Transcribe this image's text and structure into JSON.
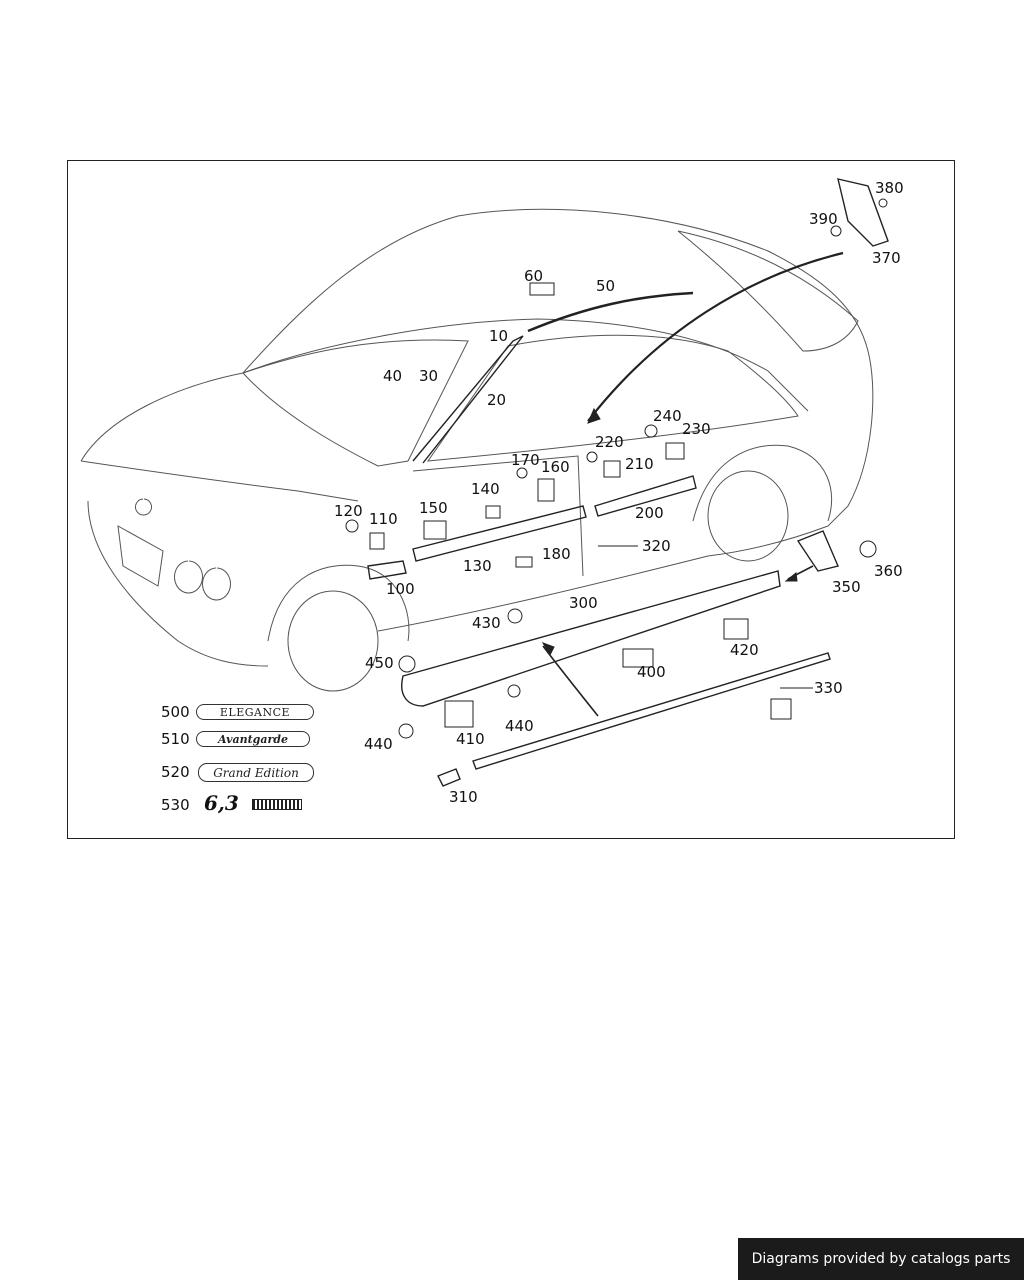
{
  "callouts": {
    "c10": "10",
    "c20": "20",
    "c30": "30",
    "c40": "40",
    "c50": "50",
    "c60": "60",
    "c100": "100",
    "c110": "110",
    "c120": "120",
    "c130": "130",
    "c140": "140",
    "c150": "150",
    "c160": "160",
    "c170": "170",
    "c180": "180",
    "c200": "200",
    "c210": "210",
    "c220": "220",
    "c230": "230",
    "c240": "240",
    "c300": "300",
    "c310": "310",
    "c320": "320",
    "c330": "330",
    "c350": "350",
    "c360": "360",
    "c370": "370",
    "c380": "380",
    "c390": "390",
    "c400": "400",
    "c410": "410",
    "c420": "420",
    "c430": "430",
    "c440a": "440",
    "c440b": "440",
    "c450": "450",
    "c500": "500",
    "c510": "510",
    "c520": "520",
    "c530": "530"
  },
  "badges": {
    "elegance": "ELEGANCE",
    "avantgarde": "Avantgarde",
    "grand_edition": "Grand Edition",
    "amg_63": "6,3"
  },
  "footer": {
    "credit": "Diagrams provided by catalogs parts"
  },
  "colors": {
    "line": "#333333",
    "footer_bg": "#1b1b1b"
  }
}
